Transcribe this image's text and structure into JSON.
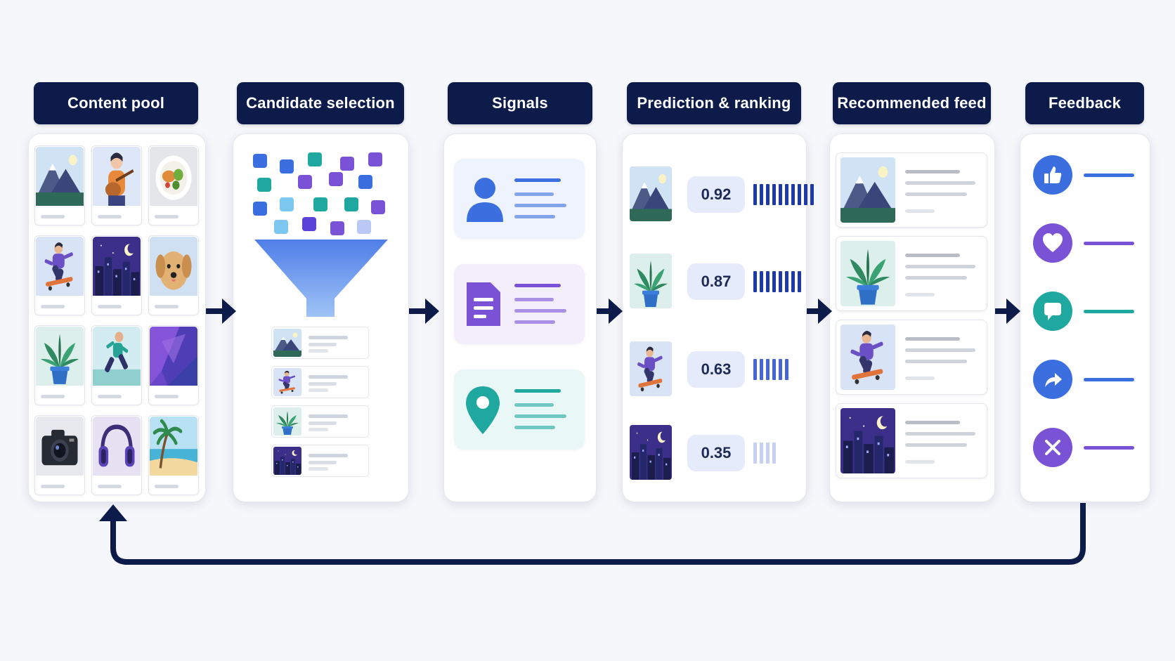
{
  "stages": [
    {
      "id": "content-pool",
      "title": "Content pool"
    },
    {
      "id": "candidate-selection",
      "title": "Candidate selection"
    },
    {
      "id": "signals",
      "title": "Signals"
    },
    {
      "id": "prediction-ranking",
      "title": "Prediction & ranking"
    },
    {
      "id": "recommended-feed",
      "title": "Recommended feed"
    },
    {
      "id": "feedback",
      "title": "Feedback"
    }
  ],
  "content_pool_items": [
    "mountain",
    "guitarist",
    "salad",
    "skater",
    "city-night",
    "dog",
    "plant",
    "runner",
    "abstract",
    "camera",
    "headphones",
    "beach"
  ],
  "candidates": [
    "mountain",
    "skater",
    "plant",
    "city-night"
  ],
  "signals": [
    {
      "icon": "user-icon",
      "color": "#3b6fe0",
      "bg": "#eef3fd"
    },
    {
      "icon": "document-icon",
      "color": "#7a52d6",
      "bg": "#f2eefc"
    },
    {
      "icon": "location-pin-icon",
      "color": "#1fa8a0",
      "bg": "#e9f7f6"
    }
  ],
  "rankings": [
    {
      "thumb": "mountain",
      "score": "0.92",
      "bars": 10
    },
    {
      "thumb": "plant",
      "score": "0.87",
      "bars": 8
    },
    {
      "thumb": "skater",
      "score": "0.63",
      "bars": 6
    },
    {
      "thumb": "city-night",
      "score": "0.35",
      "bars": 4
    }
  ],
  "feed": [
    "mountain",
    "plant",
    "skater",
    "city-night"
  ],
  "feedback": [
    {
      "icon": "thumbs-up-icon",
      "color": "#3b6fe0"
    },
    {
      "icon": "heart-icon",
      "color": "#7a52d6"
    },
    {
      "icon": "comment-icon",
      "color": "#1fa8a0"
    },
    {
      "icon": "share-icon",
      "color": "#3b6fe0"
    },
    {
      "icon": "dismiss-icon",
      "color": "#7a52d6"
    }
  ],
  "colors": {
    "navy": "#0d1b4a",
    "blue": "#3b6fe0",
    "purple": "#7a52d6",
    "teal": "#1fa8a0"
  }
}
